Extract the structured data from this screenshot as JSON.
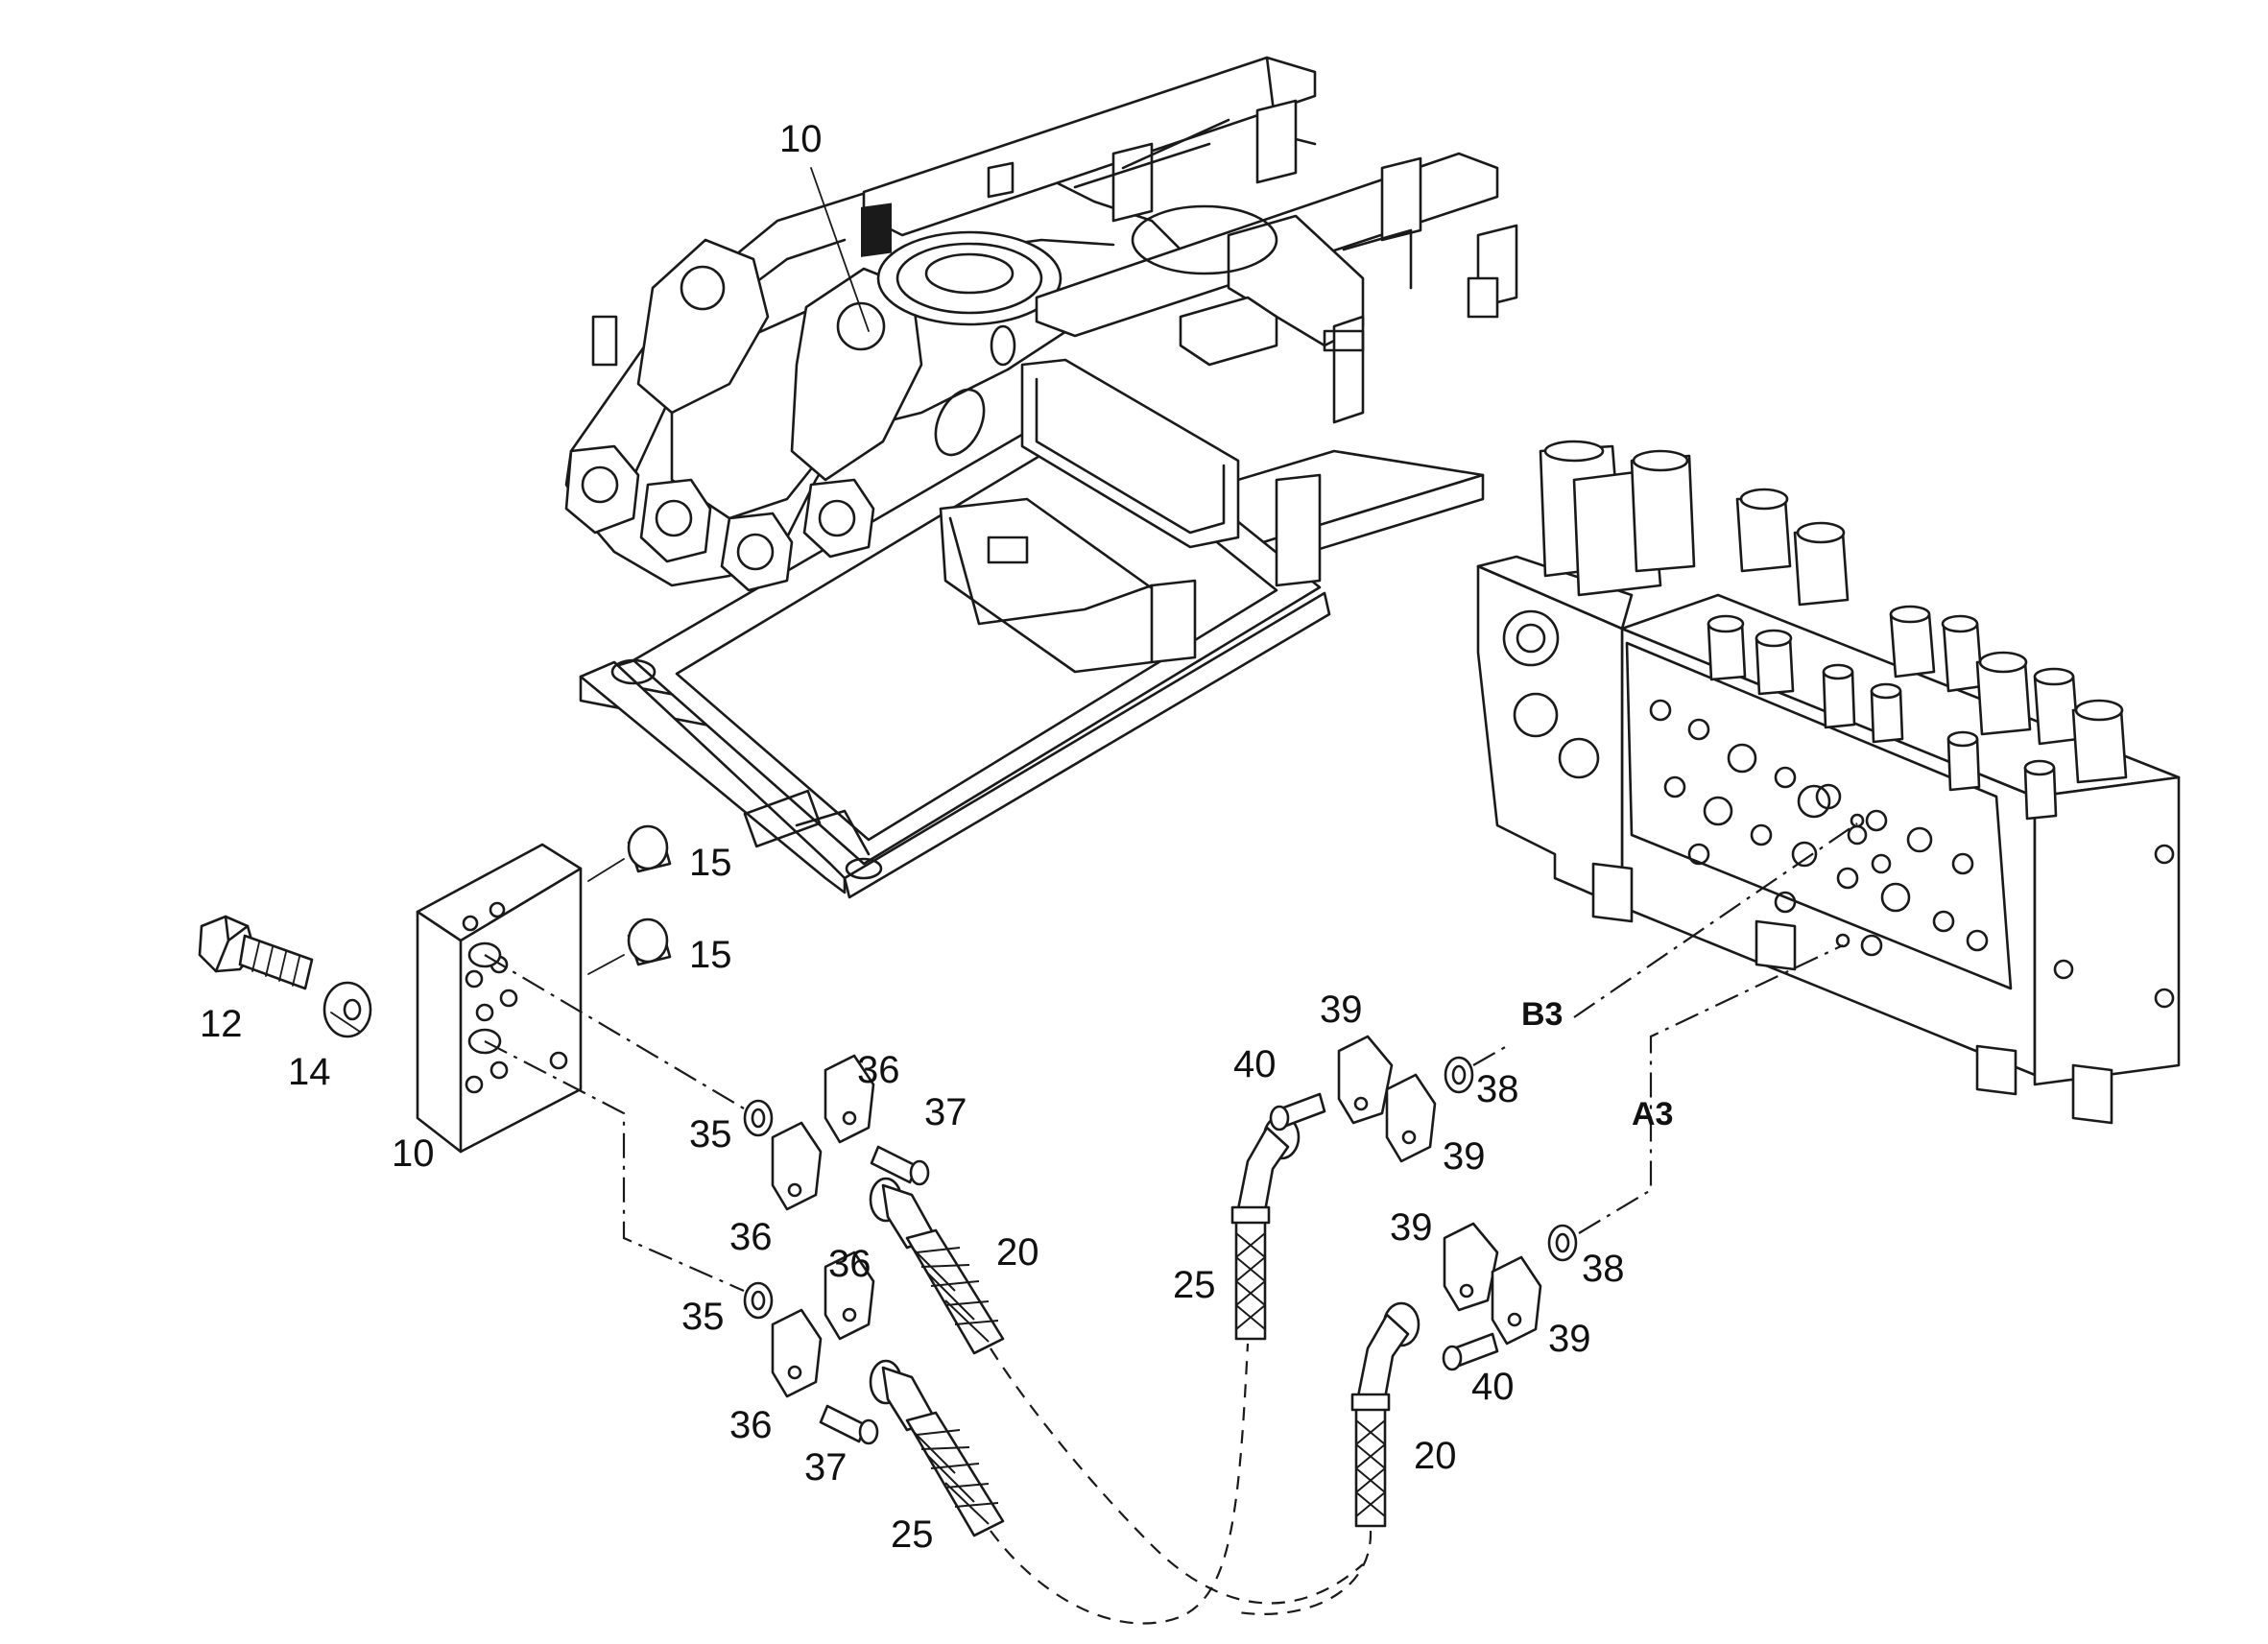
{
  "callouts": {
    "c10_top": "10",
    "c10_block": "10",
    "c12": "12",
    "c14": "14",
    "c15_a": "15",
    "c15_b": "15",
    "c20_a": "20",
    "c20_b": "20",
    "c25_a": "25",
    "c25_b": "25",
    "c35_a": "35",
    "c35_b": "35",
    "c36_a": "36",
    "c36_b": "36",
    "c36_c": "36",
    "c36_d": "36",
    "c37_a": "37",
    "c37_b": "37",
    "c38_a": "38",
    "c38_b": "38",
    "c39_a": "39",
    "c39_b": "39",
    "c39_c": "39",
    "c39_d": "39",
    "c40_a": "40",
    "c40_b": "40"
  },
  "ports": {
    "b3": "B3",
    "a3": "A3"
  },
  "colors": {
    "line": "#1a1a1a",
    "background": "#ffffff"
  }
}
